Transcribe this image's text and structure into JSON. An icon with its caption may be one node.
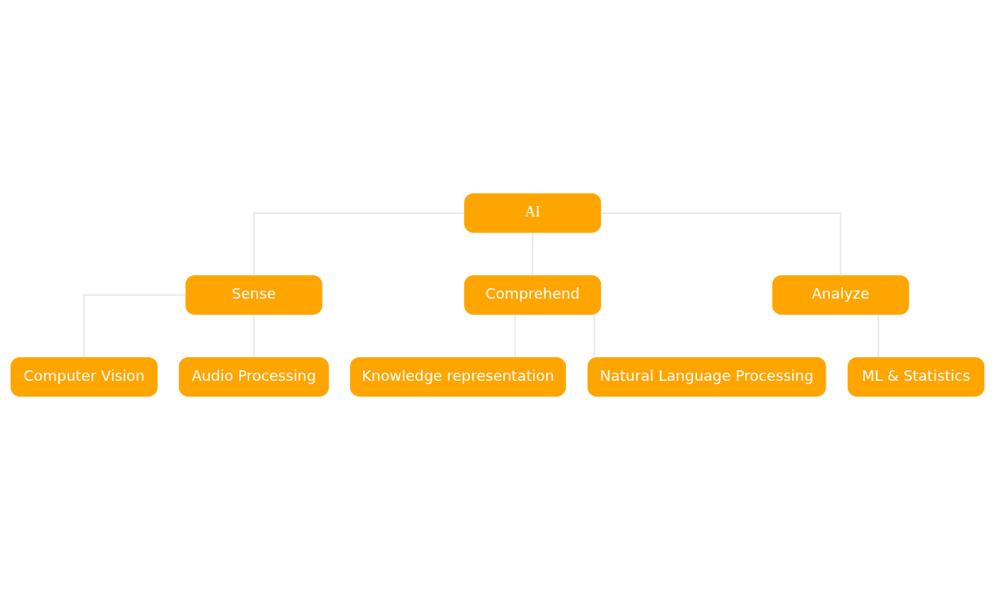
{
  "diagram": {
    "nodes": [
      {
        "text": [
          "AI"
        ]
      },
      {
        "text": [
          "Sense"
        ]
      },
      {
        "text": [
          "Comprehend"
        ]
      },
      {
        "text": [
          "Analyze"
        ]
      },
      {
        "text": [
          "Computer Vision"
        ]
      },
      {
        "text": [
          "Audio Processing"
        ]
      },
      {
        "text": [
          "ML & Statistics"
        ]
      },
      {
        "text": [
          "Knowledge representation"
        ]
      },
      {
        "text": [
          "Natural Language Processing"
        ]
      }
    ],
    "edges": [
      {
        "from": 0,
        "to": 1,
        "arrow": "none"
      },
      {
        "from": 0,
        "to": 2,
        "arrow": "none"
      },
      {
        "from": 0,
        "to": 3,
        "arrow": "none"
      },
      {
        "from": 1,
        "to": 4,
        "arrow": "none"
      },
      {
        "from": 1,
        "to": 5,
        "arrow": "none"
      },
      {
        "from": 3,
        "to": 6,
        "arrow": "none"
      },
      {
        "from": 2,
        "to": 7,
        "arrow": "none"
      },
      {
        "from": 2,
        "to": 8,
        "arrow": "none"
      }
    ]
  }
}
